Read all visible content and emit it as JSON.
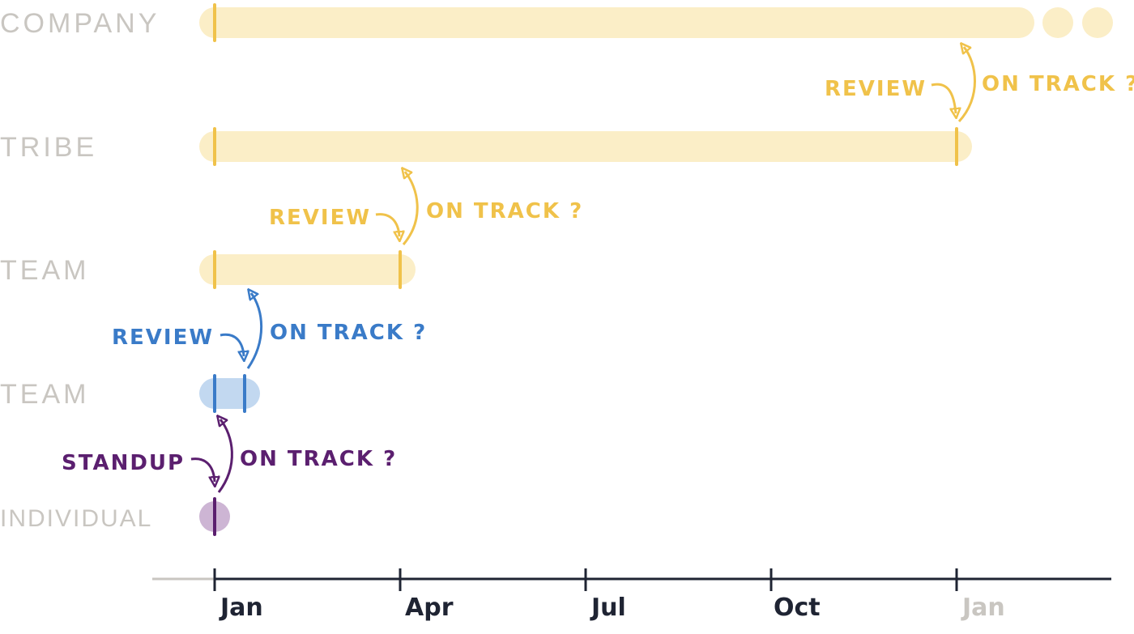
{
  "colors": {
    "gold": "#f0c24a",
    "gold_band": "#fbeec7",
    "blue": "#3a7bc8",
    "blue_band": "#c2d8f0",
    "purple": "#5b1f6f",
    "purple_band": "#cdb5d4",
    "gray_label": "#c9c6c1",
    "axis": "#1f2433"
  },
  "levels": [
    {
      "label": "COMPANY"
    },
    {
      "label": "TRIBE"
    },
    {
      "label": "TEAM"
    },
    {
      "label": "TEAM"
    },
    {
      "label": "INDIVIDUAL"
    }
  ],
  "axis": {
    "months": [
      {
        "label": "Jan",
        "muted": false
      },
      {
        "label": "Apr",
        "muted": false
      },
      {
        "label": "Jul",
        "muted": false
      },
      {
        "label": "Oct",
        "muted": false
      },
      {
        "label": "Jan",
        "muted": true
      }
    ]
  },
  "annotations": [
    {
      "review": "REVIEW",
      "check": "ON TRACK ?",
      "color": "gold"
    },
    {
      "review": "REVIEW",
      "check": "ON TRACK ?",
      "color": "gold"
    },
    {
      "review": "REVIEW",
      "check": "ON TRACK ?",
      "color": "blue"
    },
    {
      "review": "STANDUP",
      "check": "ON TRACK ?",
      "color": "purple"
    }
  ],
  "icons": [
    "arrow-icon",
    "ellipsis-dot-icon"
  ]
}
